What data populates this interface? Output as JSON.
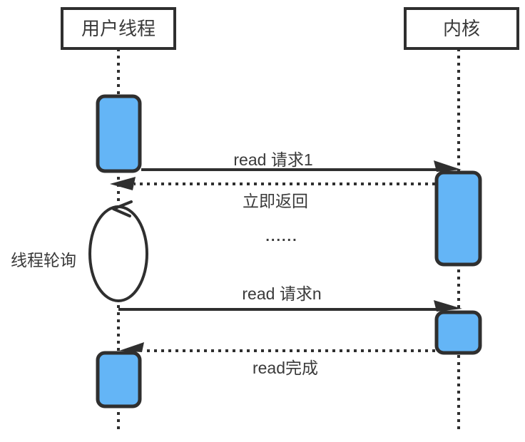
{
  "diagram": {
    "type": "sequence-diagram",
    "actors": [
      {
        "id": "user-thread",
        "label": "用户线程"
      },
      {
        "id": "kernel",
        "label": "内核"
      }
    ],
    "messages": [
      {
        "id": "read-request-1",
        "label": "read 请求1",
        "from": "user-thread",
        "to": "kernel",
        "style": "solid"
      },
      {
        "id": "immediate-return",
        "label": "立即返回",
        "from": "kernel",
        "to": "user-thread",
        "style": "dotted"
      },
      {
        "id": "read-request-n",
        "label": "read 请求n",
        "from": "user-thread",
        "to": "kernel",
        "style": "solid"
      },
      {
        "id": "read-complete",
        "label": "read完成",
        "from": "kernel",
        "to": "user-thread",
        "style": "dotted"
      }
    ],
    "loop": {
      "label": "线程轮询"
    },
    "ellipsis": "......",
    "colors": {
      "stroke": "#2f2f2f",
      "text": "#3a3a3a",
      "activation_fill": "#64b5f6",
      "background": "#ffffff"
    }
  }
}
